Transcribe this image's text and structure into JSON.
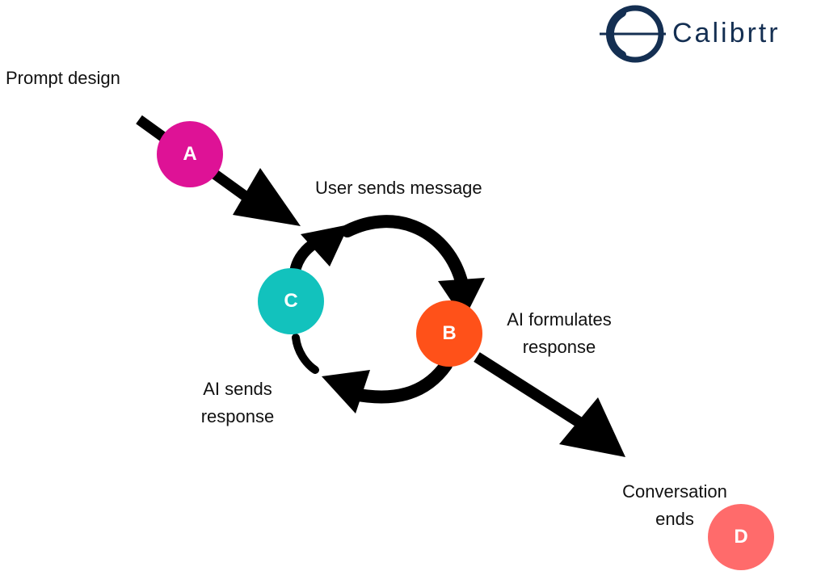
{
  "brand": {
    "name": "Calibrtr",
    "color": "#142f52"
  },
  "labels": {
    "prompt_design": "Prompt design",
    "user_sends_message": "User sends message",
    "ai_formulates_response": "AI formulates response",
    "ai_sends_response": "AI sends response",
    "conversation_ends": "Conversation ends"
  },
  "nodes": {
    "a": {
      "letter": "A",
      "color": "#de1296"
    },
    "b": {
      "letter": "B",
      "color": "#ff5119"
    },
    "c": {
      "letter": "C",
      "color": "#12c2bd"
    },
    "d": {
      "letter": "D",
      "color": "#ff6b6b"
    }
  },
  "arrow_color": "#000000"
}
